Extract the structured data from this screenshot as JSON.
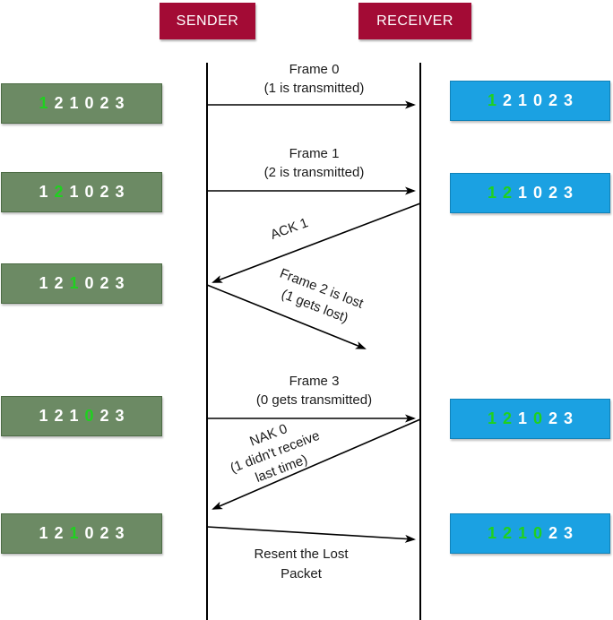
{
  "colors": {
    "header_bg": "#A30B35",
    "header_text": "#FFFFFF",
    "sender_box_bg": "#6C8A64",
    "sender_box_border": "#4C6B44",
    "receiver_box_bg": "#1BA1E2",
    "receiver_box_border": "#1182B8",
    "digit_highlight": "#1FD11F",
    "digit_normal": "#FFFFFF",
    "line_color": "#000000"
  },
  "headers": {
    "sender": "SENDER",
    "receiver": "RECEIVER"
  },
  "sender_windows": [
    {
      "digits": [
        "1",
        "2",
        "1",
        "0",
        "2",
        "3"
      ],
      "highlighted": [
        0
      ]
    },
    {
      "digits": [
        "1",
        "2",
        "1",
        "0",
        "2",
        "3"
      ],
      "highlighted": [
        1
      ]
    },
    {
      "digits": [
        "1",
        "2",
        "1",
        "0",
        "2",
        "3"
      ],
      "highlighted": [
        2
      ]
    },
    {
      "digits": [
        "1",
        "2",
        "1",
        "0",
        "2",
        "3"
      ],
      "highlighted": [
        3
      ]
    },
    {
      "digits": [
        "1",
        "2",
        "1",
        "0",
        "2",
        "3"
      ],
      "highlighted": [
        2
      ]
    }
  ],
  "receiver_windows": [
    {
      "digits": [
        "1",
        "2",
        "1",
        "0",
        "2",
        "3"
      ],
      "highlighted": [
        0
      ]
    },
    {
      "digits": [
        "1",
        "2",
        "1",
        "0",
        "2",
        "3"
      ],
      "highlighted": [
        0,
        1
      ]
    },
    {
      "digits": [
        "1",
        "2",
        "1",
        "0",
        "2",
        "3"
      ],
      "highlighted": [
        0,
        1,
        3
      ]
    },
    {
      "digits": [
        "1",
        "2",
        "1",
        "0",
        "2",
        "3"
      ],
      "highlighted": [
        0,
        1,
        2,
        3
      ]
    }
  ],
  "messages": [
    {
      "name": "frame-0",
      "lines": [
        "Frame 0",
        "(1 is transmitted)"
      ]
    },
    {
      "name": "frame-1",
      "lines": [
        "Frame 1",
        "(2 is transmitted)"
      ]
    },
    {
      "name": "ack-1",
      "lines": [
        "ACK 1"
      ]
    },
    {
      "name": "frame-2-lost",
      "lines": [
        "Frame 2 is lost",
        "(1 gets lost)"
      ]
    },
    {
      "name": "frame-3",
      "lines": [
        "Frame 3",
        "(0 gets transmitted)"
      ]
    },
    {
      "name": "nak-0",
      "lines": [
        "NAK 0",
        "(1 didn't receive",
        "last time)"
      ]
    },
    {
      "name": "resent",
      "lines": [
        "Resent the Lost",
        "Packet"
      ]
    }
  ]
}
